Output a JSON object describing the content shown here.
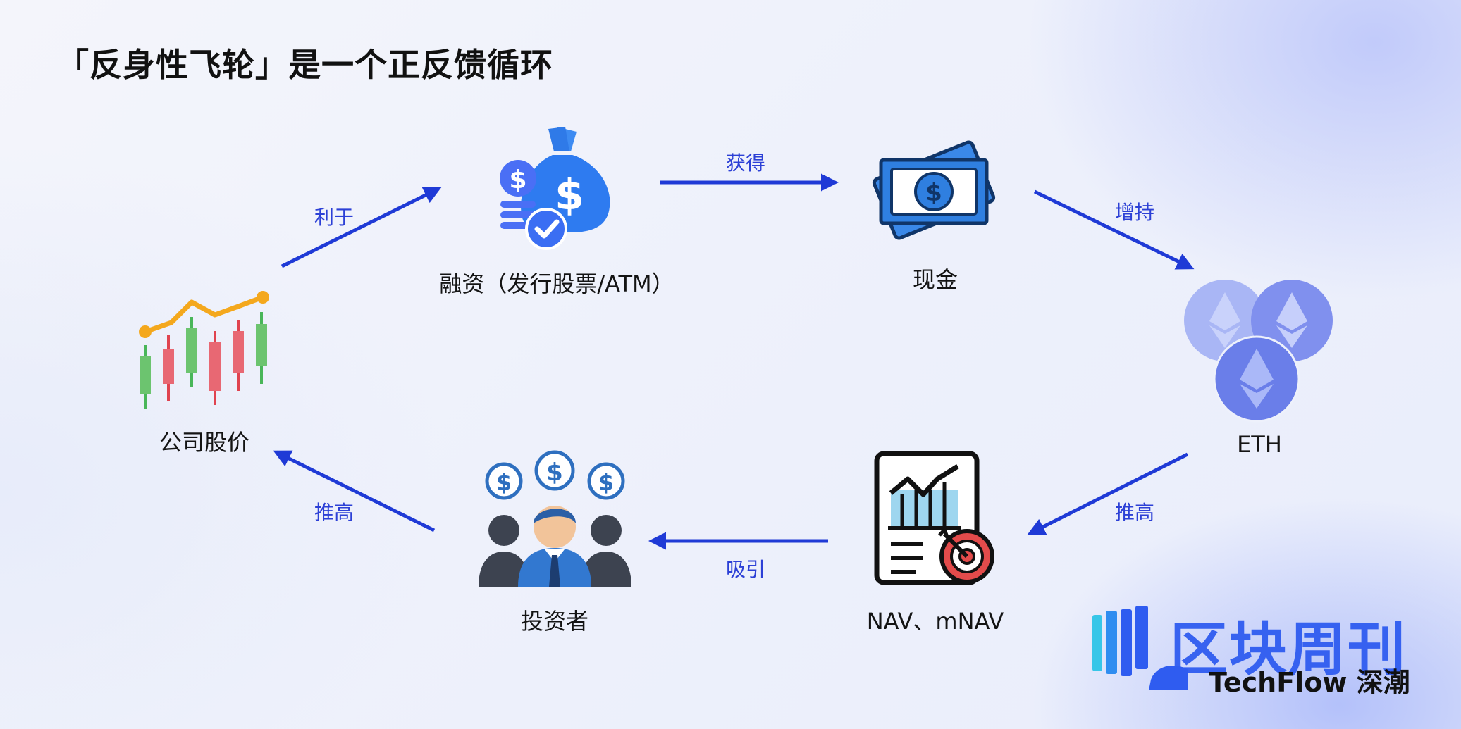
{
  "title": "「反身性飞轮」是一个正反馈循环",
  "nodes": {
    "stock_price": "公司股价",
    "financing": "融资（发行股票/ATM）",
    "cash": "现金",
    "eth": "ETH",
    "nav": "NAV、mNAV",
    "investors": "投资者"
  },
  "edges": {
    "stock_to_financing": "利于",
    "financing_to_cash": "获得",
    "cash_to_eth": "增持",
    "eth_to_nav": "推高",
    "nav_to_investors": "吸引",
    "investors_to_stock": "推高"
  },
  "logo": {
    "name_cn": "区块周刊",
    "brand": "TechFlow 深潮"
  },
  "colors": {
    "arrow": "#1f3ad6",
    "edge_label": "#2c40d6",
    "logo_blue": "#2f5cf0"
  },
  "icons": [
    "candlestick-chart-icon",
    "money-bag-icon",
    "banknote-icon",
    "ethereum-coins-icon",
    "report-target-icon",
    "investors-icon"
  ]
}
